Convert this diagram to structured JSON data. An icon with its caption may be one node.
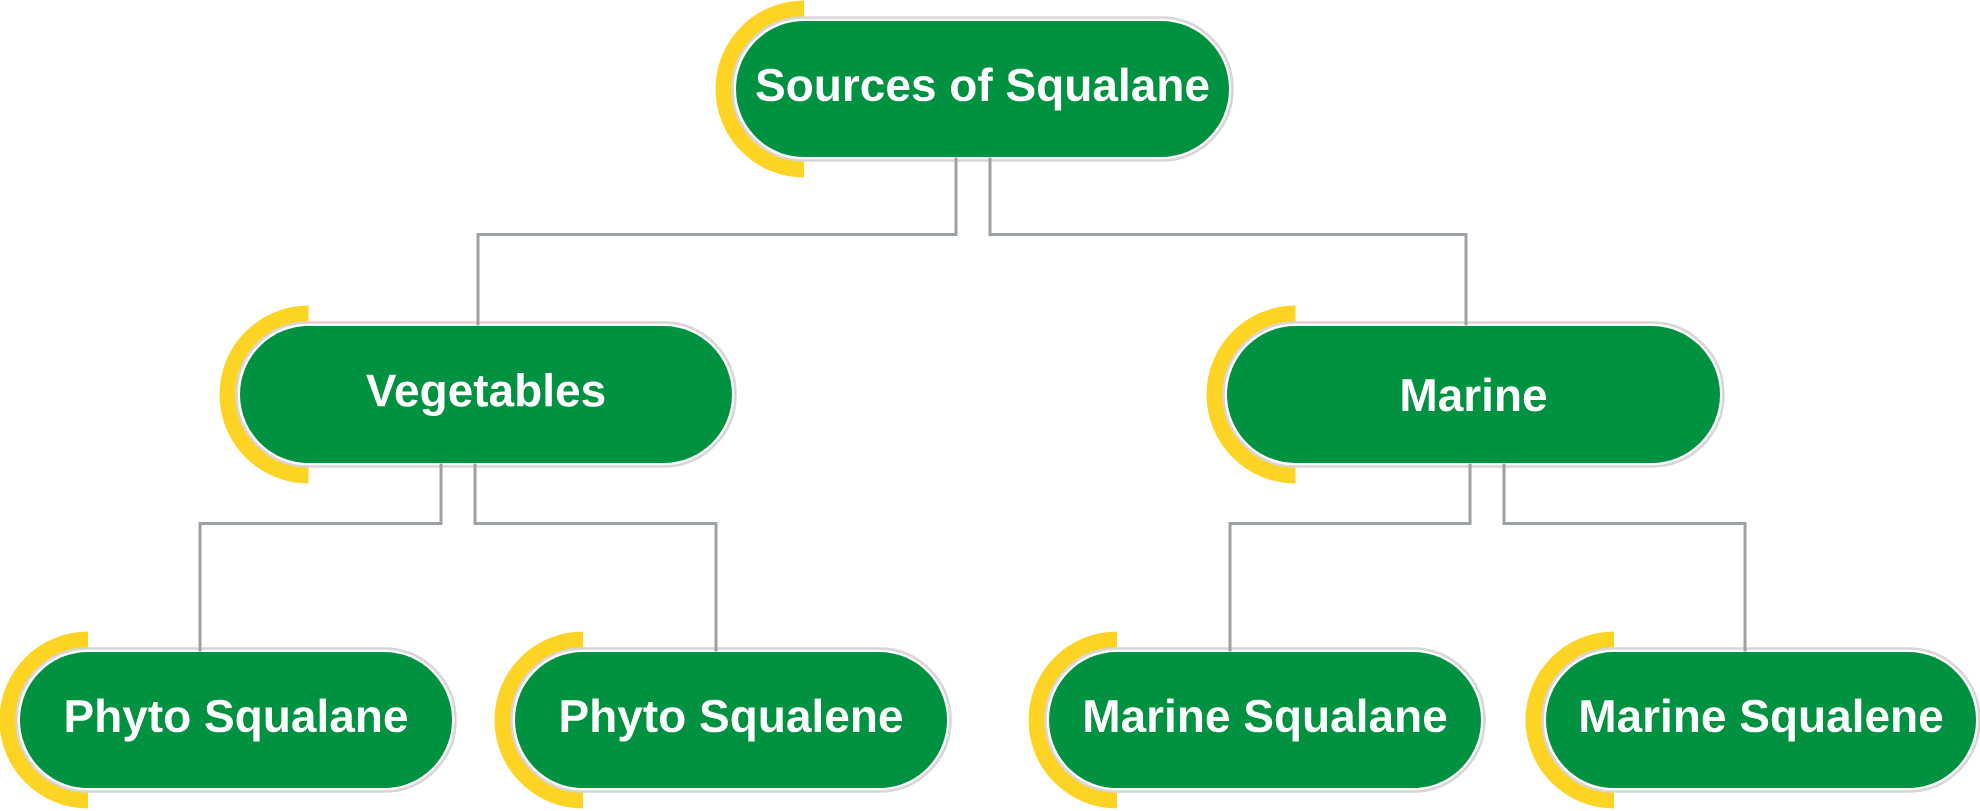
{
  "diagram": {
    "nodes": [
      {
        "text": [
          "Sources of Squalane"
        ]
      },
      {
        "text": [
          "Vegetables"
        ]
      },
      {
        "text": [
          "Marine"
        ]
      },
      {
        "text": [
          "Phyto Squalane"
        ]
      },
      {
        "text": [
          "Phyto Squalene"
        ]
      },
      {
        "text": [
          "Marine Squalane"
        ]
      },
      {
        "text": [
          "Marine Squalene"
        ]
      }
    ],
    "edges": [
      {
        "from": 0,
        "to": 1,
        "arrow": "none"
      },
      {
        "from": 0,
        "to": 2,
        "arrow": "none"
      },
      {
        "from": 1,
        "to": 3,
        "arrow": "none"
      },
      {
        "from": 1,
        "to": 4,
        "arrow": "none"
      },
      {
        "from": 2,
        "to": 5,
        "arrow": "none"
      },
      {
        "from": 2,
        "to": 6,
        "arrow": "none"
      }
    ]
  }
}
